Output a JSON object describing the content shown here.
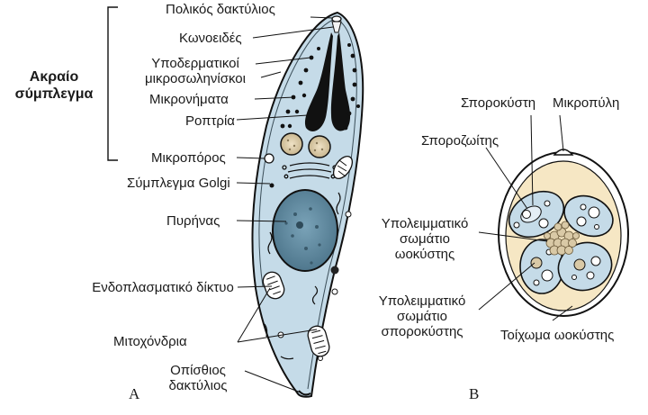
{
  "figure_a": {
    "letter": "Α",
    "apical_complex": "Ακραίο σύμπλεγμα",
    "labels": {
      "polar_ring": "Πολικός δακτύλιος",
      "conoid": "Κωνοειδές",
      "subpellicular_microtubules": "Υποδερματικοί μικροσωληνίσκοι",
      "micronemes": "Μικρονήματα",
      "rhoptries": "Ροπτρία",
      "micropore": "Μικροπόρος",
      "golgi": "Σύμπλεγμα Golgi",
      "nucleus": "Πυρήνας",
      "er": "Ενδοπλασματικό δίκτυο",
      "mitochondria": "Μιτοχόνδρια",
      "posterior_ring": "Οπίσθιος δακτύλιος"
    }
  },
  "figure_b": {
    "letter": "Β",
    "labels": {
      "sporocyst": "Σποροκύστη",
      "micropyle": "Μικροπύλη",
      "sporozoite": "Σποροζωίτης",
      "oocyst_residuum": "Υπολειμματικό σωμάτιο ωοκύστης",
      "sporocyst_residuum": "Υπολειμματικό σωμάτιο σποροκύστης",
      "oocyst_wall": "Τοίχωμα ωοκύστης"
    }
  },
  "colors": {
    "cytoplasm": "#c5dbe8",
    "nucleus": "#5f8aa0",
    "outline": "#111111",
    "oocyst_fill": "#f6e7c4",
    "residuum": "#d9c9a6"
  }
}
